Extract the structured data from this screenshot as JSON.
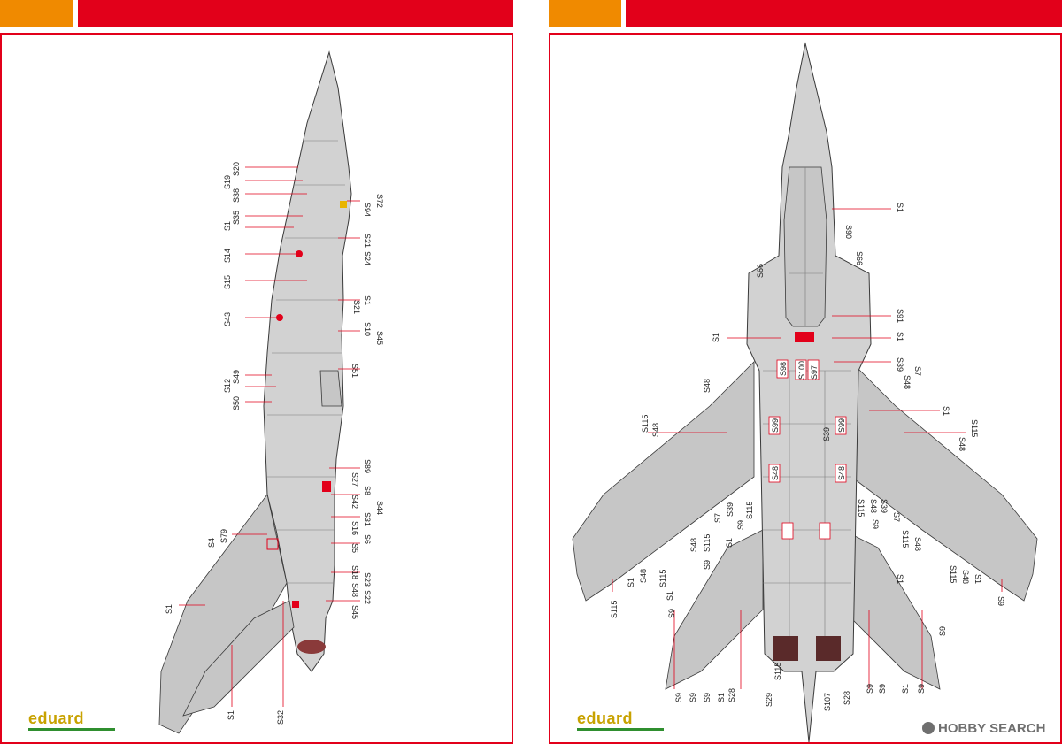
{
  "colors": {
    "accent_red": "#e2001a",
    "accent_orange": "#f08a00",
    "aircraft_grey": "#d2d2d2",
    "logo": "#c8a200"
  },
  "brand": "eduard",
  "watermark": "HOBBY SEARCH",
  "side_view": {
    "labels": [
      "S20",
      "S19",
      "S38",
      "S35",
      "S1",
      "S14",
      "S15",
      "S43",
      "S49",
      "S12",
      "S50",
      "S4",
      "S79",
      "S1",
      "S1",
      "S32",
      "S72",
      "S94",
      "S21",
      "S24",
      "S1",
      "S21",
      "S10",
      "S45",
      "S51",
      "S89",
      "S27",
      "S8",
      "S42",
      "S44",
      "S31",
      "S16",
      "S6",
      "S5",
      "S18",
      "S23",
      "S48",
      "S22",
      "S45"
    ]
  },
  "top_view": {
    "labels": [
      "S1",
      "S90",
      "S66",
      "S66",
      "S91",
      "S1",
      "S1",
      "S98",
      "S100",
      "S97",
      "S39",
      "S7",
      "S48",
      "S48",
      "S1",
      "S115",
      "S48",
      "S99",
      "S99",
      "S39",
      "S48",
      "S48",
      "S115",
      "S48",
      "S115",
      "S39",
      "S7",
      "S9",
      "S48",
      "S115",
      "S1",
      "S9",
      "S1",
      "S48",
      "S115",
      "S115",
      "S9",
      "S115",
      "S48",
      "S39",
      "S9",
      "S7",
      "S115",
      "S48",
      "S115",
      "S48",
      "S1",
      "S1",
      "S9",
      "S1",
      "S9",
      "S9",
      "S28",
      "S29",
      "S115",
      "S107",
      "S28",
      "S9",
      "S9",
      "S1",
      "S9",
      "S9",
      "S1",
      "S9"
    ]
  }
}
